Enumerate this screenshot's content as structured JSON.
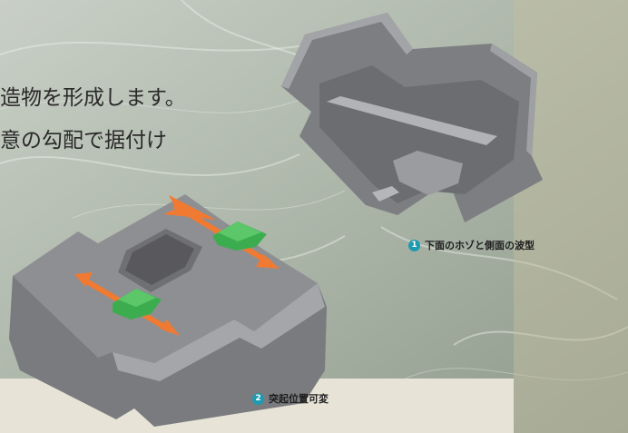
{
  "intro": {
    "line1": "造物を形成します。",
    "line2": "意の勾配で据付け"
  },
  "captions": [
    {
      "number": "1",
      "text": "下面のホゾと側面の波型"
    },
    {
      "number": "2",
      "text": "突起位置可変"
    }
  ],
  "colors": {
    "badge": "#1e9bb0",
    "arrow": "#f07a32",
    "knob": "#3cad4e",
    "block": "#8e8f93"
  }
}
